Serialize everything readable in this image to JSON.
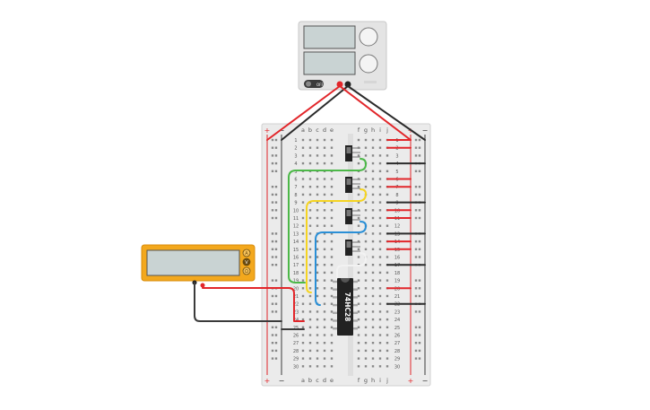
{
  "breadboard": {
    "columns_left": [
      "a",
      "b",
      "c",
      "d",
      "e"
    ],
    "columns_right": [
      "f",
      "g",
      "h",
      "i",
      "j"
    ],
    "rows": [
      "1",
      "2",
      "3",
      "4",
      "5",
      "6",
      "7",
      "8",
      "9",
      "10",
      "11",
      "12",
      "13",
      "14",
      "15",
      "16",
      "17",
      "18",
      "19",
      "20",
      "21",
      "22",
      "23",
      "24",
      "25",
      "26",
      "27",
      "28",
      "29",
      "30"
    ],
    "rail_plus": "+",
    "rail_minus": "−"
  },
  "power_supply": {
    "off_label": "OFF"
  },
  "multimeter": {
    "modes": [
      "A",
      "V",
      "Ω"
    ]
  },
  "chip": {
    "label": "74HC28"
  },
  "colors": {
    "wire_red": "#e2262a",
    "wire_black": "#2b2b2b",
    "wire_green": "#4cb848",
    "wire_yellow": "#f5d422",
    "wire_blue": "#2a8fd6",
    "wire_white": "#f2f2f2",
    "multimeter_body": "#f3a81d",
    "breadboard": "#ebebeb",
    "chip": "#222222"
  }
}
